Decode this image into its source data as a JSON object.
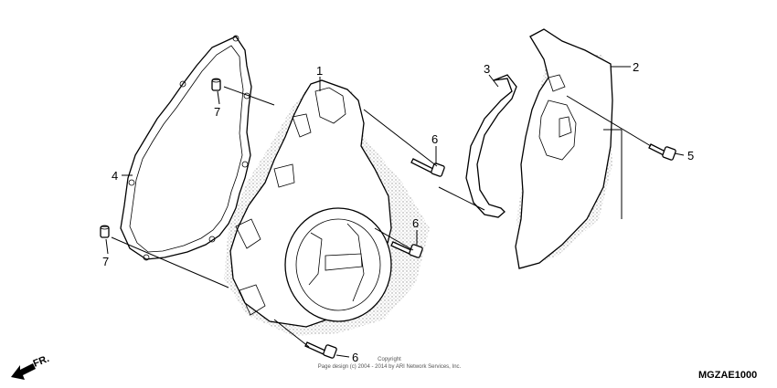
{
  "diagram": {
    "callouts": [
      {
        "id": "c1",
        "label": "1"
      },
      {
        "id": "c2",
        "label": "2"
      },
      {
        "id": "c3",
        "label": "3"
      },
      {
        "id": "c4",
        "label": "4"
      },
      {
        "id": "c5",
        "label": "5"
      },
      {
        "id": "c6a",
        "label": "6"
      },
      {
        "id": "c6b",
        "label": "6"
      },
      {
        "id": "c6c",
        "label": "6"
      },
      {
        "id": "c7a",
        "label": "7"
      },
      {
        "id": "c7b",
        "label": "7"
      }
    ],
    "copyright_line1": "Copyright",
    "copyright_line2": "Page design (c) 2004 - 2014 by ARI Network Services, Inc.",
    "diagram_code": "MGZAE1000",
    "front_label": "FR."
  }
}
